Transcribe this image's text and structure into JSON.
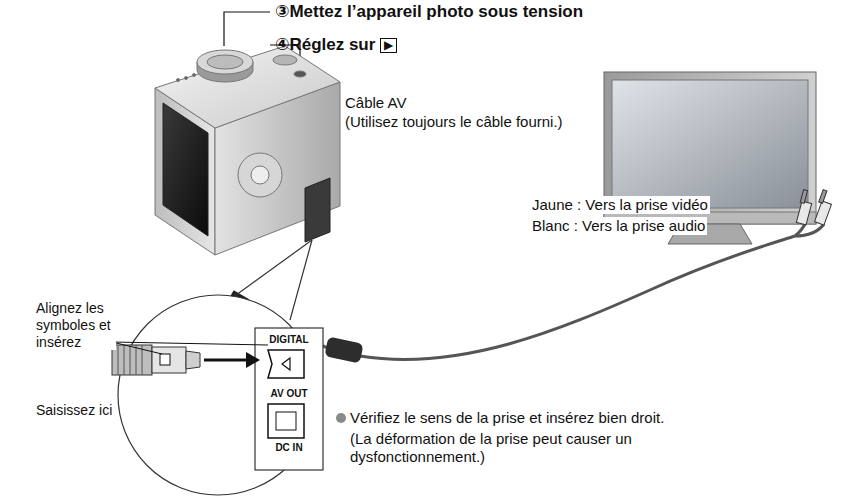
{
  "diagram": {
    "labels": [
      "③Mettez l’appareil photo sous tension",
      "④Réglez sur",
      "▶",
      "Câble AV",
      "(Utilisez toujours le câble fourni.)",
      "Jaune : Vers la prise vidéo",
      "Blanc : Vers la prise audio",
      "Alignez les symboles et insérez",
      "Saisissez ici",
      "DIGITAL",
      "AV OUT",
      "DC IN",
      "Vérifiez le sens de la prise et insérez bien droit.",
      "(La déformation de la prise peut causer un dysfonctionnement.)"
    ]
  }
}
